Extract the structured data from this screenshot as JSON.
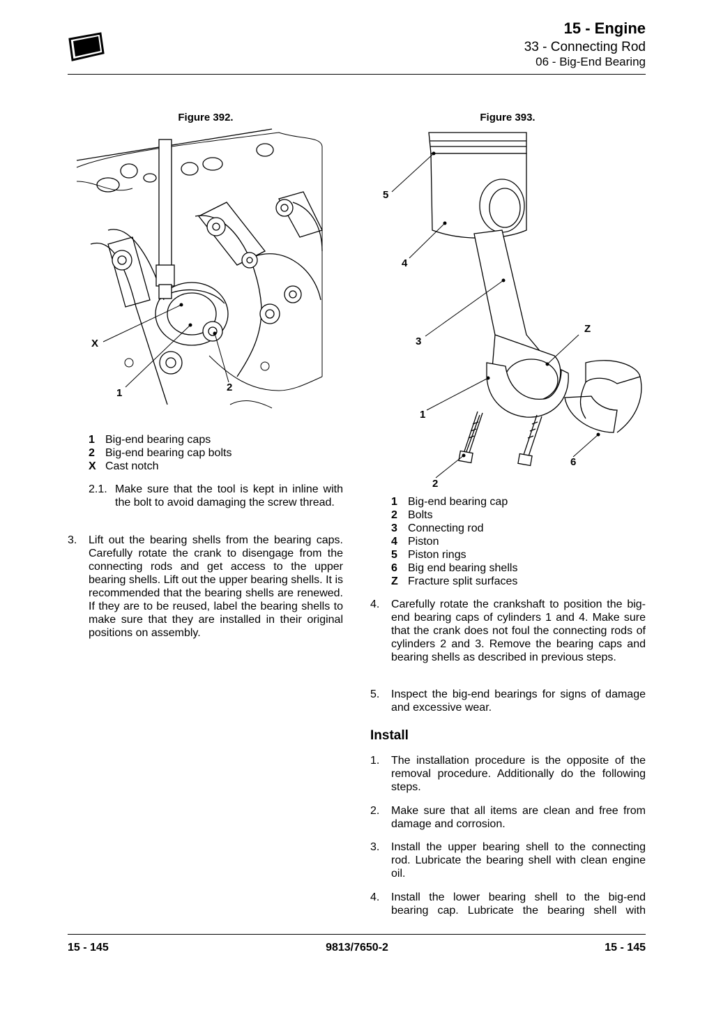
{
  "header": {
    "title": "15 - Engine",
    "subtitle1": "33 - Connecting Rod",
    "subtitle2": "06 - Big-End Bearing"
  },
  "figure392": {
    "caption": "Figure 392.",
    "callouts": {
      "x": "X",
      "one": "1",
      "two": "2"
    },
    "legend": [
      {
        "num": "1",
        "text": "Big-end bearing caps"
      },
      {
        "num": "2",
        "text": "Big-end bearing cap bolts"
      },
      {
        "num": "X",
        "text": "Cast notch"
      }
    ]
  },
  "figure393": {
    "caption": "Figure 393.",
    "callouts": {
      "five": "5",
      "four": "4",
      "three": "3",
      "z": "Z",
      "one": "1",
      "six": "6",
      "two": "2"
    },
    "legend": [
      {
        "num": "1",
        "text": "Big-end bearing cap"
      },
      {
        "num": "2",
        "text": "Bolts"
      },
      {
        "num": "3",
        "text": "Connecting rod"
      },
      {
        "num": "4",
        "text": "Piston"
      },
      {
        "num": "5",
        "text": "Piston rings"
      },
      {
        "num": "6",
        "text": "Big end bearing shells"
      },
      {
        "num": "Z",
        "text": "Fracture split surfaces"
      }
    ]
  },
  "left_steps": [
    {
      "num": "2.1.",
      "text": "Make sure that the tool is kept in inline with the bolt to avoid damaging the screw thread."
    },
    {
      "num": "3.",
      "text": "Lift out the bearing shells from the bearing caps. Carefully rotate the crank to disengage from the connecting rods and get access to the upper bearing shells. Lift out the upper bearing shells. It is recommended that the bearing shells are renewed. If they are to be reused, label the bearing shells to make sure that they are installed in their original positions on assembly."
    }
  ],
  "right_steps": [
    {
      "num": "4.",
      "text": "Carefully rotate the crankshaft to position the big-end bearing caps of cylinders 1 and 4. Make sure that the crank does not foul the connecting rods of cylinders 2 and 3. Remove the bearing caps and bearing shells as described in previous steps."
    },
    {
      "num": "5.",
      "text": "Inspect the big-end bearings for signs of damage and excessive wear."
    }
  ],
  "install": {
    "heading": "Install",
    "steps": [
      {
        "num": "1.",
        "text": "The installation procedure is the opposite of the removal procedure. Additionally do the following steps."
      },
      {
        "num": "2.",
        "text": "Make sure that all items are clean and free from damage and corrosion."
      },
      {
        "num": "3.",
        "text": "Install the upper bearing shell to the connecting rod. Lubricate the bearing shell with clean engine oil."
      },
      {
        "num": "4.",
        "text": "Install the lower bearing shell to the big-end bearing cap. Lubricate the bearing shell with"
      }
    ]
  },
  "footer": {
    "left": "15 - 145",
    "center": "9813/7650-2",
    "right": "15 - 145"
  }
}
